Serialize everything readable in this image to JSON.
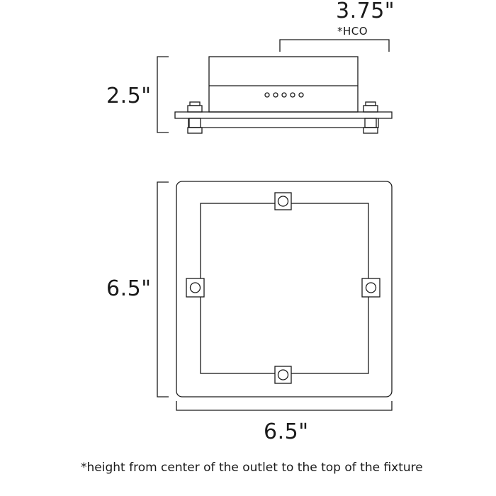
{
  "dimensions": {
    "hco_width": "3.75\"",
    "hco_label": "*HCO",
    "height": "2.5\"",
    "length": "6.5\"",
    "width": "6.5\""
  },
  "footnote": "*height from center of the outlet to the top of the fixture"
}
